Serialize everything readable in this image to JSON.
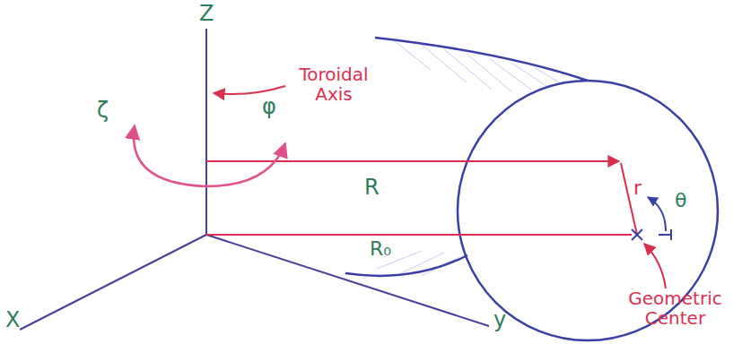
{
  "diagram": {
    "labels": [
      "Z",
      "ζ",
      "φ",
      "Toroidal Axis",
      "R",
      "r",
      "θ",
      "R₀",
      "Geometric Center",
      "X",
      "y"
    ]
  }
}
